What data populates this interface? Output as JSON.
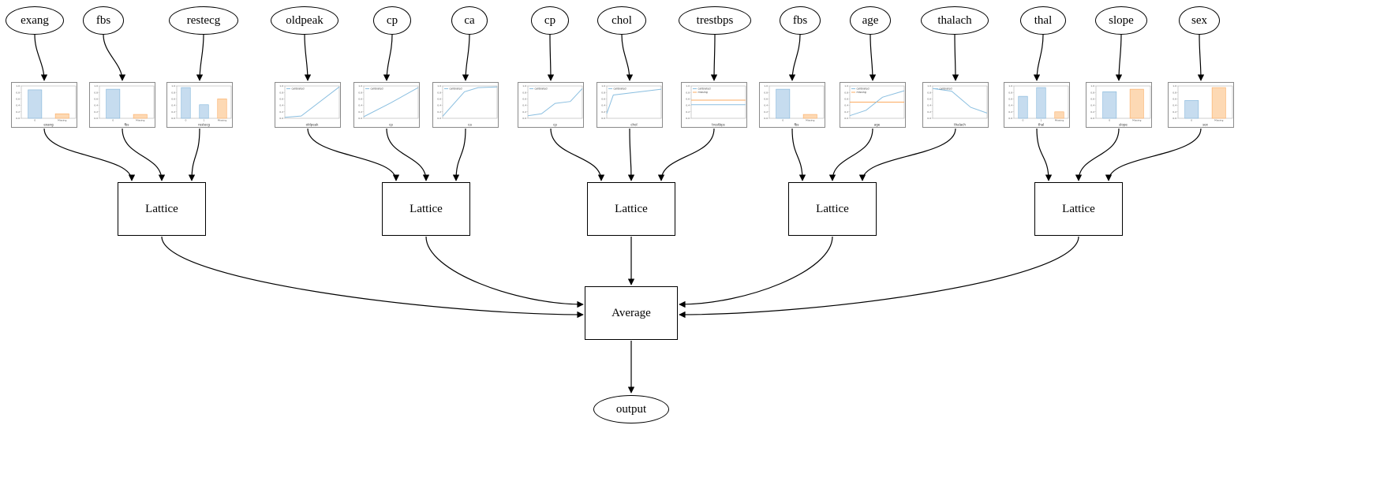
{
  "diagram": {
    "type": "lattice-ensemble-graph",
    "colors": {
      "blue_fill": "#c6dcef",
      "blue_edge": "#7fb3d9",
      "orange_fill": "#fdd9b4",
      "orange_edge": "#fbab60",
      "line_blue": "#8bbfe0",
      "line_orange": "#fbab60",
      "edge": "#000000",
      "axis": "#b0b0b0",
      "tick_text": "#555555"
    },
    "axis": {
      "ymin": 0,
      "ymax": 1
    },
    "features": [
      {
        "label": "exang",
        "chart": {
          "type": "bar",
          "xlabel": "exang",
          "categories": [
            "0",
            "Missing"
          ],
          "bars": [
            {
              "color": "blue",
              "value": 0.88
            },
            {
              "color": "orange",
              "value": 0.14
            }
          ]
        }
      },
      {
        "label": "fbs",
        "chart": {
          "type": "bar",
          "xlabel": "fbs",
          "categories": [
            "0",
            "Missing"
          ],
          "bars": [
            {
              "color": "blue",
              "value": 0.9
            },
            {
              "color": "orange",
              "value": 0.12
            }
          ]
        }
      },
      {
        "label": "restecg",
        "chart": {
          "type": "bar",
          "xlabel": "restecg",
          "categories": [
            "0",
            "1",
            "Missing"
          ],
          "bars": [
            {
              "color": "blue",
              "value": 0.95
            },
            {
              "color": "blue",
              "value": 0.42
            },
            {
              "color": "orange",
              "value": 0.6
            }
          ]
        }
      },
      {
        "label": "oldpeak",
        "chart": {
          "type": "line",
          "xlabel": "oldpeak",
          "legend": [
            "calibrated"
          ],
          "points": [
            [
              0,
              0.03
            ],
            [
              0.3,
              0.07
            ],
            [
              1,
              0.97
            ]
          ]
        }
      },
      {
        "label": "cp",
        "chart": {
          "type": "line",
          "xlabel": "cp",
          "legend": [
            "calibrated"
          ],
          "points": [
            [
              0,
              0.05
            ],
            [
              0.5,
              0.48
            ],
            [
              1,
              0.95
            ]
          ]
        }
      },
      {
        "label": "ca",
        "chart": {
          "type": "line",
          "xlabel": "ca",
          "legend": [
            "calibrated"
          ],
          "points": [
            [
              0,
              0.06
            ],
            [
              0.4,
              0.82
            ],
            [
              0.65,
              0.95
            ],
            [
              1,
              0.97
            ]
          ]
        }
      },
      {
        "label": "cp",
        "chart": {
          "type": "line",
          "xlabel": "cp",
          "legend": [
            "calibrated"
          ],
          "points": [
            [
              0,
              0.08
            ],
            [
              0.25,
              0.14
            ],
            [
              0.5,
              0.46
            ],
            [
              0.78,
              0.52
            ],
            [
              1,
              0.92
            ]
          ]
        }
      },
      {
        "label": "chol",
        "chart": {
          "type": "line",
          "xlabel": "chol",
          "legend": [
            "calibrated"
          ],
          "points": [
            [
              0,
              0.15
            ],
            [
              0.12,
              0.72
            ],
            [
              1,
              0.9
            ]
          ]
        }
      },
      {
        "label": "trestbps",
        "chart": {
          "type": "line",
          "xlabel": "trestbps",
          "legend": [
            "calibrated",
            "missing"
          ],
          "points": [
            [
              0,
              0.42
            ],
            [
              1,
              0.42
            ]
          ],
          "orange_y": 0.56
        }
      },
      {
        "label": "fbs",
        "chart": {
          "type": "bar",
          "xlabel": "fbs",
          "categories": [
            "0",
            "Missing"
          ],
          "bars": [
            {
              "color": "blue",
              "value": 0.9
            },
            {
              "color": "orange",
              "value": 0.12
            }
          ]
        }
      },
      {
        "label": "age",
        "chart": {
          "type": "line",
          "xlabel": "age",
          "legend": [
            "calibrated",
            "missing"
          ],
          "points": [
            [
              0,
              0.08
            ],
            [
              0.3,
              0.25
            ],
            [
              0.6,
              0.65
            ],
            [
              1,
              0.85
            ]
          ],
          "orange_y": 0.5
        }
      },
      {
        "label": "thalach",
        "chart": {
          "type": "line",
          "xlabel": "thalach",
          "legend": [
            "calibrated"
          ],
          "points": [
            [
              0,
              0.92
            ],
            [
              0.35,
              0.84
            ],
            [
              0.7,
              0.34
            ],
            [
              1,
              0.16
            ]
          ]
        }
      },
      {
        "label": "thal",
        "chart": {
          "type": "bar",
          "xlabel": "thal",
          "categories": [
            "0",
            "1",
            "Missing"
          ],
          "bars": [
            {
              "color": "blue",
              "value": 0.68
            },
            {
              "color": "blue",
              "value": 0.95
            },
            {
              "color": "orange",
              "value": 0.2
            }
          ]
        }
      },
      {
        "label": "slope",
        "chart": {
          "type": "bar",
          "xlabel": "slope",
          "categories": [
            "0",
            "Missing"
          ],
          "bars": [
            {
              "color": "blue",
              "value": 0.82
            },
            {
              "color": "orange",
              "value": 0.9
            }
          ]
        }
      },
      {
        "label": "sex",
        "chart": {
          "type": "bar",
          "xlabel": "sex",
          "categories": [
            "0",
            "Missing"
          ],
          "bars": [
            {
              "color": "blue",
              "value": 0.55
            },
            {
              "color": "orange",
              "value": 0.95
            }
          ]
        }
      }
    ],
    "lattices": [
      {
        "label": "Lattice",
        "feature_indexes": [
          0,
          1,
          2
        ]
      },
      {
        "label": "Lattice",
        "feature_indexes": [
          3,
          4,
          5
        ]
      },
      {
        "label": "Lattice",
        "feature_indexes": [
          6,
          7,
          8
        ]
      },
      {
        "label": "Lattice",
        "feature_indexes": [
          9,
          10,
          11
        ]
      },
      {
        "label": "Lattice",
        "feature_indexes": [
          12,
          13,
          14
        ]
      }
    ],
    "average": {
      "label": "Average"
    },
    "output": {
      "label": "output"
    }
  }
}
